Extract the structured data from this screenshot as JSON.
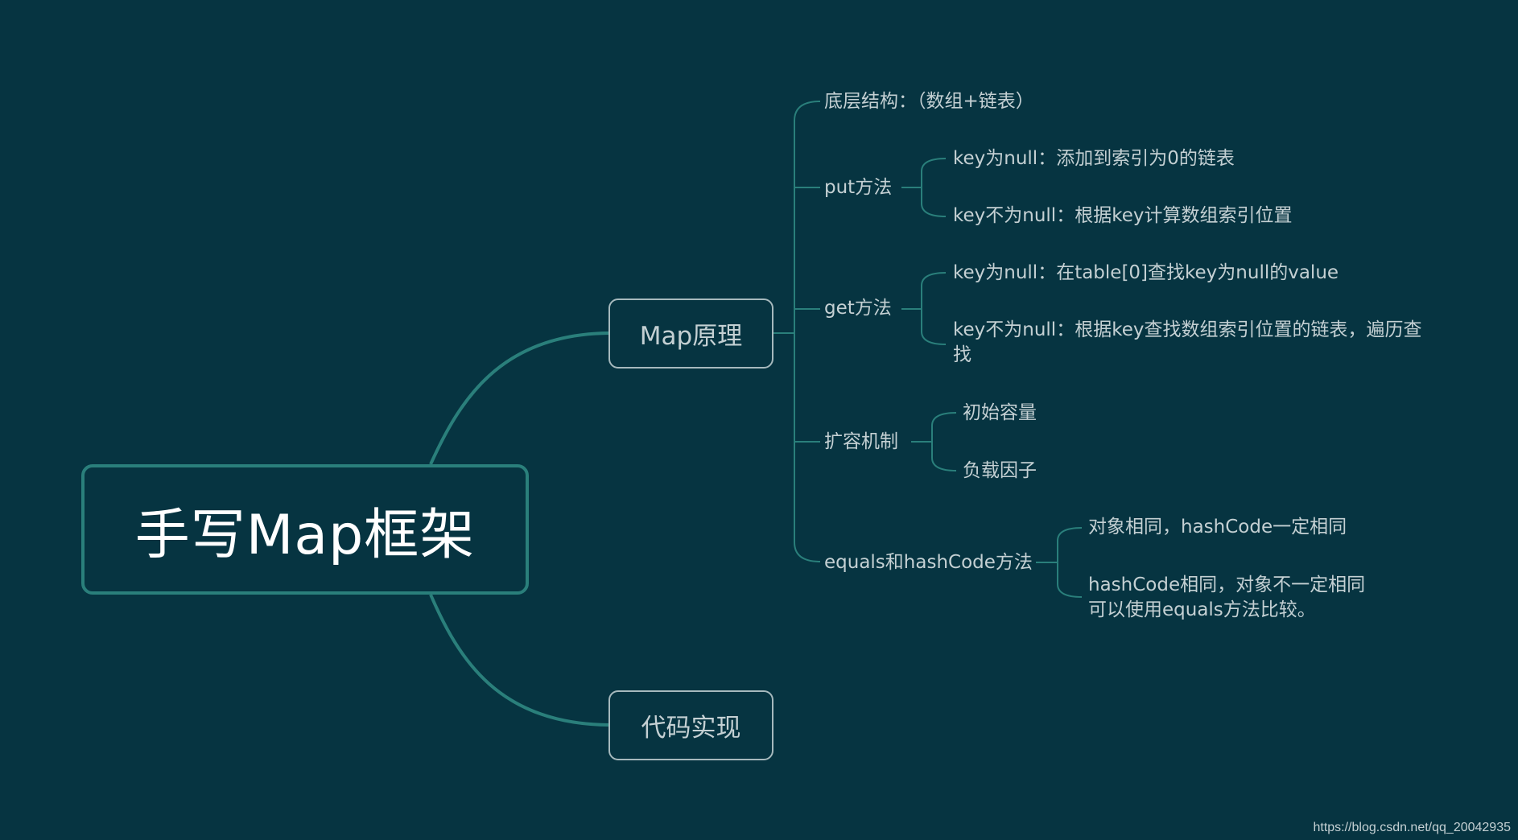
{
  "root": {
    "title": "手写Map框架"
  },
  "branches": [
    {
      "label": "Map原理",
      "children": [
        {
          "label": "底层结构：（数组+链表）"
        },
        {
          "label": "put方法",
          "children": [
            {
              "label": "key为null：添加到索引为0的链表"
            },
            {
              "label": "key不为null：根据key计算数组索引位置"
            }
          ]
        },
        {
          "label": "get方法",
          "children": [
            {
              "label": "key为null：在table[0]查找key为null的value"
            },
            {
              "label": "key不为null：根据key查找数组索引位置的链表，遍历查找"
            }
          ]
        },
        {
          "label": "扩容机制",
          "children": [
            {
              "label": "初始容量"
            },
            {
              "label": "负载因子"
            }
          ]
        },
        {
          "label": "equals和hashCode方法",
          "children": [
            {
              "label": "对象相同，hashCode一定相同"
            },
            {
              "label": "hashCode相同，对象不一定相同",
              "label2": "可以使用equals方法比较。"
            }
          ]
        }
      ]
    },
    {
      "label": "代码实现"
    }
  ],
  "watermark": "https://blog.csdn.net/qq_20042935",
  "colors": {
    "background": "#063441",
    "connector": "#2a7f7b",
    "text": "#c4d0d3",
    "root_text": "#ffffff",
    "node_border": "#a6b9bd"
  }
}
